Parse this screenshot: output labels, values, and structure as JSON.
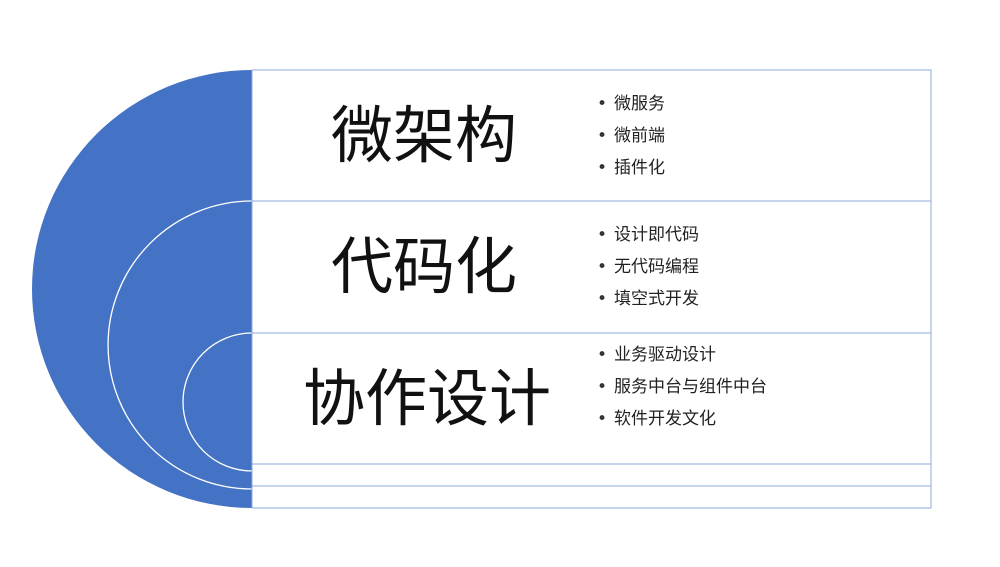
{
  "colors": {
    "fan_fill": "#4472C4",
    "arc_stroke": "#ffffff",
    "row_border": "#8FAADC"
  },
  "rows": [
    {
      "heading": "微架构",
      "bullets": [
        "微服务",
        "微前端",
        "插件化"
      ]
    },
    {
      "heading": "代码化",
      "bullets": [
        "设计即代码",
        "无代码编程",
        "填空式开发"
      ]
    },
    {
      "heading": "协作设计",
      "bullets": [
        "业务驱动设计",
        "服务中台与组件中台",
        "软件开发文化"
      ]
    }
  ]
}
